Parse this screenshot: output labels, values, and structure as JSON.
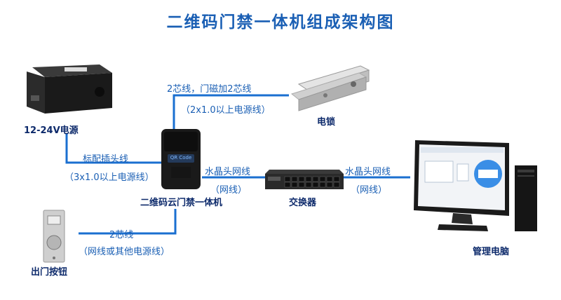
{
  "title": "二维码门禁一体机组成架构图",
  "nodes": {
    "power": "12-24V电源",
    "lock": "电锁",
    "device": "二维码云门禁一体机",
    "switch": "交换器",
    "button": "出门按钮",
    "pc": "管理电脑"
  },
  "links": {
    "lock_line1": "2芯线，门磁加2芯线",
    "lock_line2": "（2x1.0以上电源线）",
    "power_line1": "标配插头线",
    "power_line2": "（3x1.0以上电源线）",
    "switch_line1": "水晶头网线",
    "switch_line2": "（网线）",
    "pc_line1": "水晶头网线",
    "pc_line2": "（网线）",
    "button_line1": "2芯线",
    "button_line2": "（网线或其他电源线）"
  },
  "device_screen_text": "QR Code",
  "colors": {
    "wire": "#1a6fd0",
    "title": "#1a5fb4",
    "label_dark": "#0d2a6b"
  }
}
